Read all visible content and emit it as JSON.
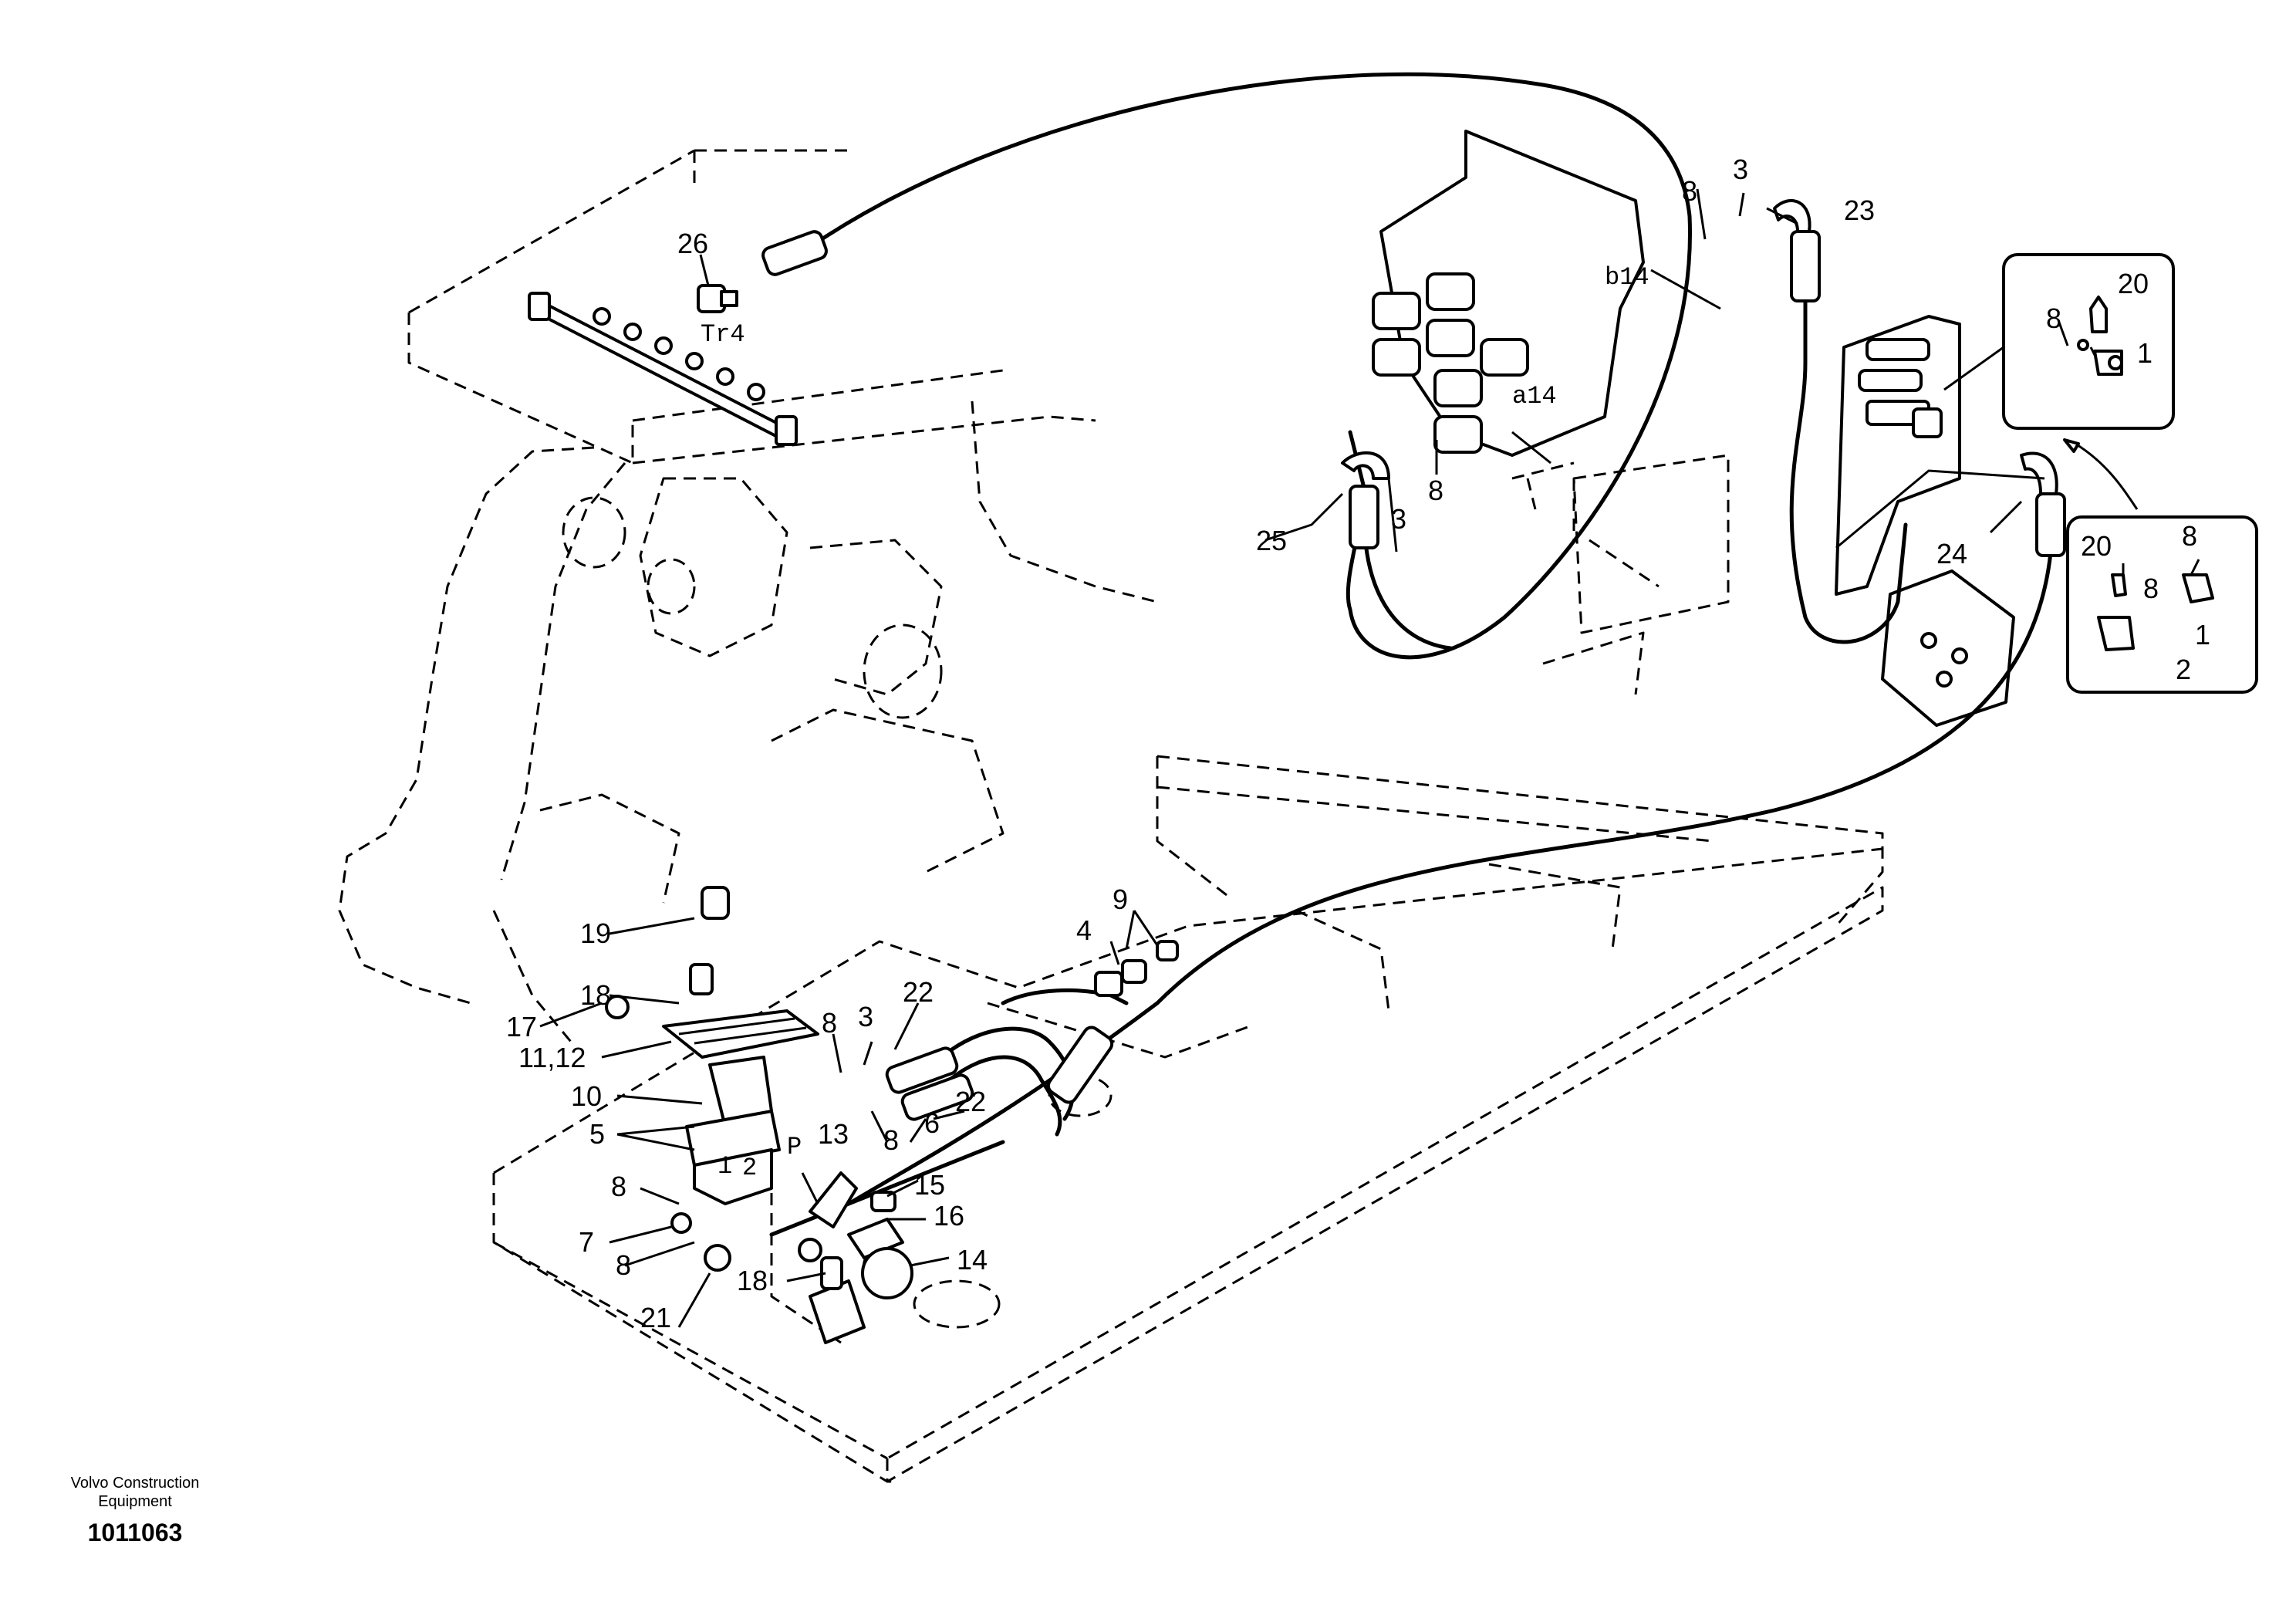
{
  "footer": {
    "company_line1": "Volvo Construction",
    "company_line2": "Equipment",
    "drawing_number": "1011063"
  },
  "port_labels": {
    "tr4": "Tr4",
    "b14": "b14",
    "a14": "a14",
    "p": "P",
    "port1": "1",
    "port2": "2"
  },
  "callouts": {
    "c1": "1",
    "c1_detail": "1",
    "c2": "2",
    "c3": "3",
    "c3_valve": "3",
    "c3_top": "3",
    "c4": "4",
    "c5": "5",
    "c6": "6",
    "c7": "7",
    "c8_valve": "8",
    "c8_top": "8",
    "c8_d1": "8",
    "c8_d2a": "8",
    "c8_d2b": "8",
    "c8_a": "8",
    "c8_b": "8",
    "c8_c": "8",
    "c8_d": "8",
    "c9": "9",
    "c10": "10",
    "c11_12": "11,12",
    "c13": "13",
    "c14": "14",
    "c15": "15",
    "c16": "16",
    "c17": "17",
    "c18_a": "18",
    "c18_b": "18",
    "c19": "19",
    "c20_d1": "20",
    "c20_d2": "20",
    "c21": "21",
    "c22_a": "22",
    "c22_b": "22",
    "c23": "23",
    "c24": "24",
    "c25": "25",
    "c26": "26"
  }
}
